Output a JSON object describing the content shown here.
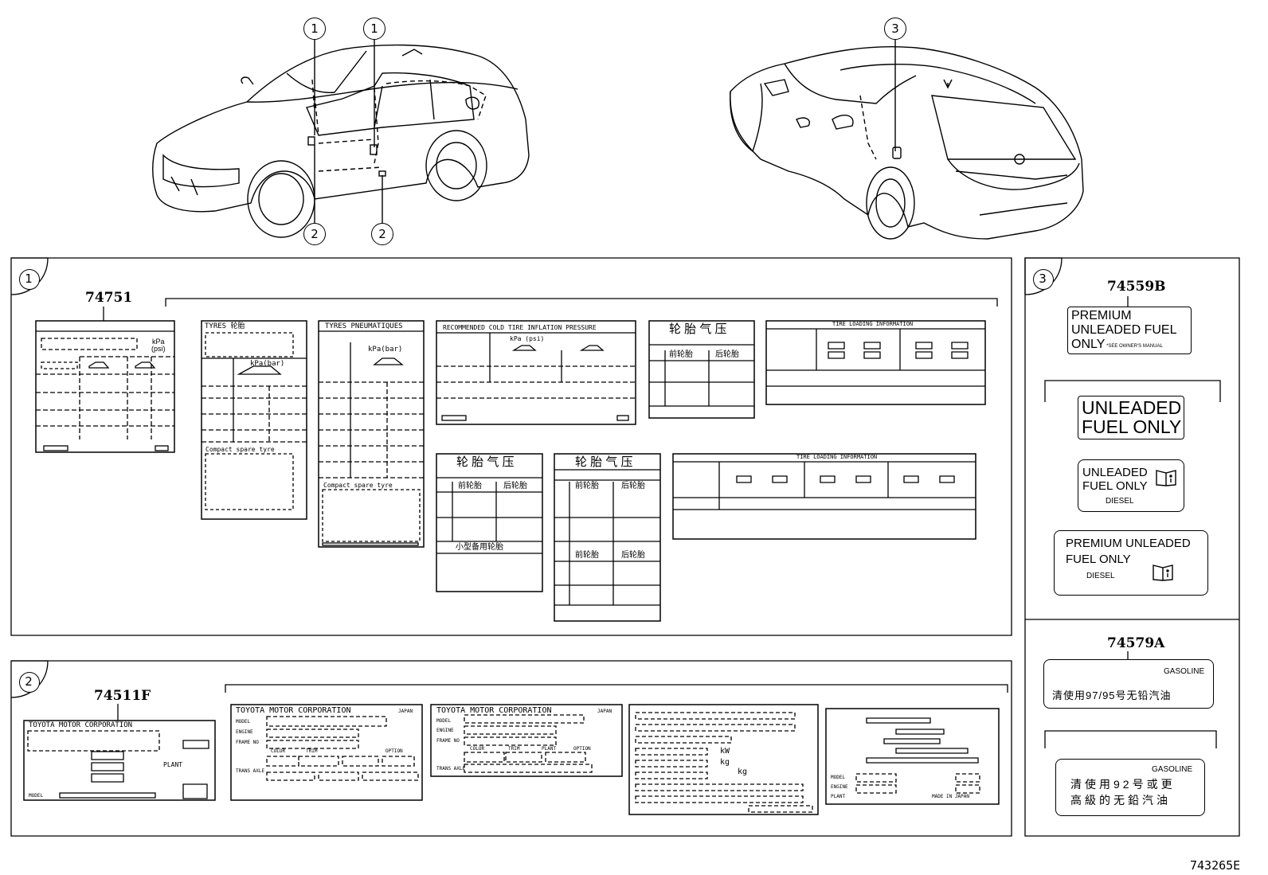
{
  "callouts": {
    "c1": "1",
    "c2": "2",
    "c3": "3"
  },
  "parts": {
    "p74751": "74751",
    "p74511F": "74511F",
    "p74559B": "74559B",
    "p74579A": "74579A"
  },
  "figure_ref": "743265E",
  "label_74751": {
    "units": "kPa\n(psi)"
  },
  "tyre_labels": {
    "tyres_cn_title": "TYRES 轮胎",
    "kpa_bar": "kPa(bar)",
    "compact_spare": "Compact spare tyre",
    "tyres_fr_title": "TYRES  PNEUMATIQUES",
    "kpa_bar2": "kPa(bar)",
    "compact_spare2": "Compact spare tyre",
    "recommended_title": "RECOMMENDED  COLD  TIRE  INFLATION  PRESSURE",
    "kpa_psi": "kPa (psi)",
    "cn_pressure_title": "轮 胎 气 压",
    "front_wheel": "前轮胎",
    "rear_wheel": "后轮胎",
    "cn_pressure_title2": "轮 胎 气 压",
    "front_wheel2": "前轮胎",
    "rear_wheel2": "后轮胎",
    "compact_spare_cn": "小型备用轮胎",
    "cn_pressure_title3": "轮 胎 气 压",
    "front_wheel3": "前轮胎",
    "rear_wheel3": "后轮胎",
    "front_wheel3b": "前轮胎",
    "rear_wheel3b": "后轮胎",
    "tire_loading": "TIRE  LOADING  INFORMATION",
    "tire_loading2": "TIRE  LOADING  INFORMATION"
  },
  "id_labels": {
    "toyota_corp": "TOYOTA MOTOR CORPORATION",
    "model": "MODEL",
    "plant": "PLANT",
    "toyota_corp2": "TOYOTA  MOTOR  CORPORATION",
    "japan": "JAPAN",
    "model2": "MODEL",
    "engine2": "ENGINE",
    "frame_no": "FRAME NO",
    "color": "COLOR",
    "trim": "TRIM",
    "option": "OPTION",
    "trans_axle": "TRANS AXLE",
    "toyota_corp3": "TOYOTA  MOTOR  CORPORATION",
    "japan2": "JAPAN",
    "model3": "MODEL",
    "engine3": "ENGINE",
    "frame_no3": "FRAME NO",
    "color3": "COLOR",
    "trim3": "TRIM",
    "plant3": "PLANT",
    "option3": "OPTION",
    "trans_axle3": "TRANS AXLE",
    "kw": "kW",
    "kg": "kg",
    "kg2": "kg",
    "model4": "MODEL",
    "engine4": "ENGINE",
    "plant4": "PLANT",
    "made_in_japan": "MADE IN JAPAN"
  },
  "fuel_labels": {
    "premium_line1": "PREMIUM",
    "premium_line2": "UNLEADED FUEL",
    "premium_line3": "ONLY",
    "see_manual": "*SEE OWNER'S MANUAL",
    "unleaded_big1": "UNLEADED",
    "unleaded_big2": "FUEL ONLY",
    "unleaded_small1": "UNLEADED",
    "unleaded_small2": "FUEL ONLY",
    "diesel": "DIESEL",
    "premium_unleaded": "PREMIUM  UNLEADED",
    "fuel_only": "FUEL ONLY",
    "diesel2": "DIESEL",
    "gasoline1": "GASOLINE",
    "cn_97_95": "清使用97/95号无铅汽油",
    "gasoline2": "GASOLINE",
    "cn_92_line1": "清使用92号或更",
    "cn_92_line2": "高級的无鉛汽油"
  }
}
